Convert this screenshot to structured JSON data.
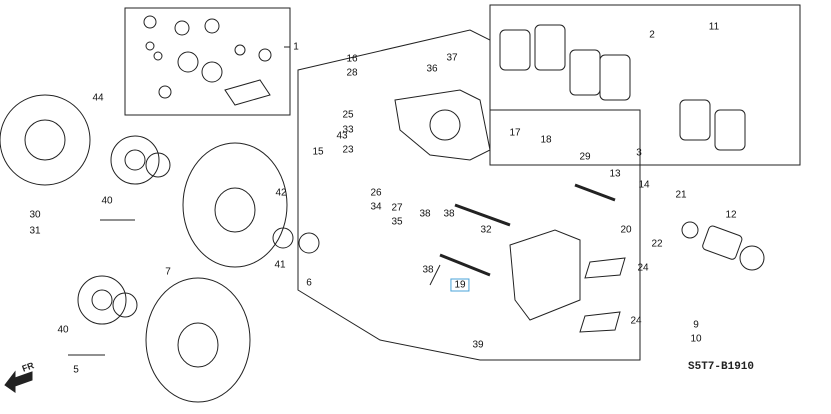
{
  "diagram": {
    "callouts": [
      "1",
      "2",
      "3",
      "5",
      "6",
      "7",
      "9",
      "10",
      "11",
      "12",
      "13",
      "14",
      "15",
      "16",
      "17",
      "18",
      "19",
      "20",
      "21",
      "22",
      "23",
      "24",
      "24",
      "25",
      "26",
      "27",
      "28",
      "29",
      "30",
      "31",
      "32",
      "33",
      "34",
      "35",
      "36",
      "37",
      "38",
      "38",
      "38",
      "39",
      "40",
      "40",
      "41",
      "42",
      "43",
      "44"
    ],
    "highlighted_callout": "19",
    "diagram_code": "S5T7-B1910",
    "direction_label": "FR",
    "highlight_color": "#4aa3d8"
  }
}
